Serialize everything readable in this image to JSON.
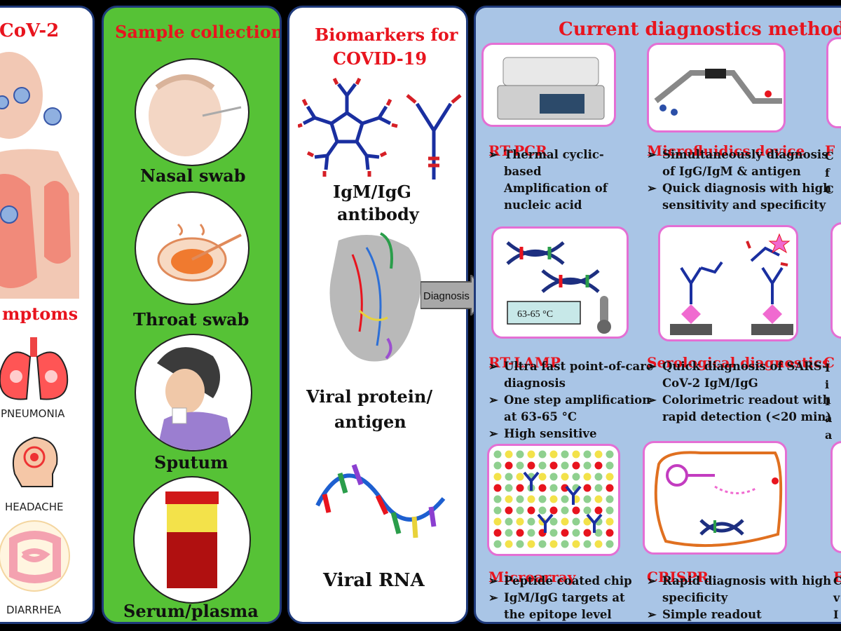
{
  "symptoms_panel": {
    "title": "CoV-2",
    "symptoms_heading": "mptoms",
    "items": [
      "PNEUMONIA",
      "HEADACHE",
      "DIARRHEA"
    ]
  },
  "sample_panel": {
    "title": "Sample collection",
    "items": [
      "Nasal swab",
      "Throat swab",
      "Sputum",
      "Serum/plasma"
    ]
  },
  "biomarker_panel": {
    "title_line1": "Biomarkers for",
    "title_line2": "COVID-19",
    "antibody_line1": "IgM/IgG",
    "antibody_line2": "antibody",
    "protein_line1": "Viral protein/",
    "protein_line2": "antigen",
    "rna": "Viral RNA"
  },
  "arrow_label": "Diagnosis",
  "methods_panel": {
    "title": "Current diagnostics method",
    "thermometer_label": "63-65 °C",
    "partial_labels": [
      "F",
      "C",
      "E"
    ],
    "partial_bullets": [
      [
        "C",
        "f",
        "C"
      ],
      [
        "I",
        "i",
        "I",
        "a",
        "a"
      ],
      [
        "C",
        "v",
        "I"
      ]
    ],
    "methods": [
      {
        "name": "RT-PCR",
        "bullets": [
          "Thermal cyclic-",
          "based",
          "Amplification of",
          "nucleic acid"
        ]
      },
      {
        "name": "Microfluidics device",
        "bullets": [
          "Simultaneously diagnosis",
          "of IgG/IgM & antigen",
          "Quick diagnosis with high",
          "sensitivity and specificity"
        ]
      },
      {
        "name": "RT-LAMP",
        "bullets": [
          "Ultra fast point-of-care",
          "diagnosis",
          "One step amplification",
          "at 63-65 °C",
          "High sensitive"
        ]
      },
      {
        "name": "Serological diagnostics",
        "bullets": [
          "Quick diagnosis of SARS-",
          "CoV-2 IgM/IgG",
          "Colorimetric readout with",
          "rapid detection (<20 min)"
        ]
      },
      {
        "name": "Microarray",
        "bullets": [
          "Peptide coated chip",
          "IgM/IgG targets at",
          "the epitope level"
        ]
      },
      {
        "name": "CRISPR",
        "bullets": [
          "Rapid diagnosis with high",
          "specificity",
          "Simple readout"
        ]
      }
    ]
  },
  "colors": {
    "heading_red": "#e8141e",
    "panel_border": "#1f3a7a",
    "sample_green": "#56c236",
    "methods_blue": "#a9c5e6",
    "image_frame_pink": "#e46fd4",
    "antibody_blue": "#1a2fa0",
    "antibody_red": "#d61f26"
  }
}
